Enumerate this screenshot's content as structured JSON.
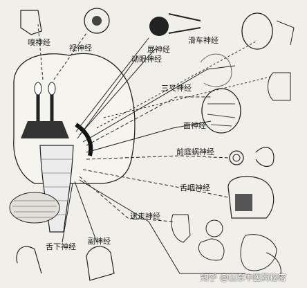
{
  "labels": {
    "olfactory": "嗅神经",
    "optic": "视神经",
    "trochlear": "滑车神经",
    "abducens": "展神经",
    "oculomotor": "动眼神经",
    "trigeminal": "三叉神经",
    "facial": "面神经",
    "vestibulocochlear": "前庭蜗神经",
    "glossopharyngeal": "舌咽神经",
    "vagus": "迷走神经",
    "hypoglossal": "舌下神经",
    "accessory": "副神经"
  },
  "watermark": "知乎 @山东中医药秘密"
}
